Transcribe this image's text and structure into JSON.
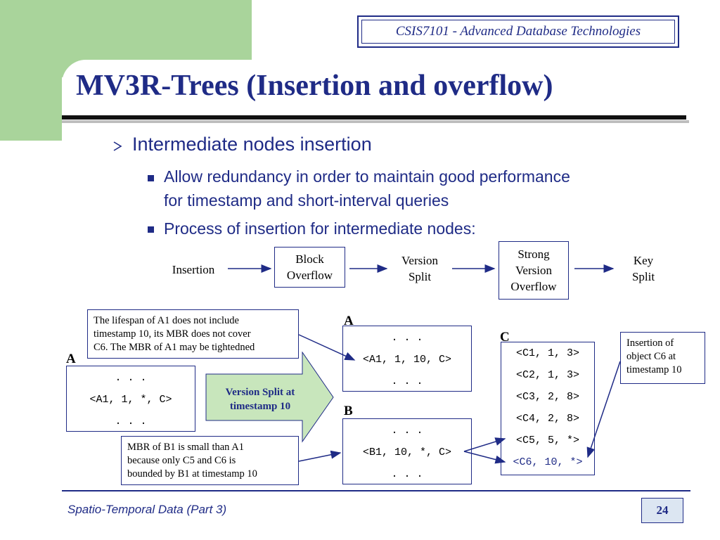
{
  "header": {
    "course": "CSIS7101 - Advanced Database Technologies",
    "title": "MV3R-Trees (Insertion and overflow)"
  },
  "bullets": {
    "level1": "Intermediate nodes insertion",
    "item1_line1": "Allow redundancy in order to maintain good performance",
    "item1_line2": "for timestamp and short-interval queries",
    "item2": "Process of insertion for intermediate nodes:"
  },
  "flow": {
    "insertion": "Insertion",
    "block_overflow": [
      "Block",
      "Overflow"
    ],
    "version_split": [
      "Version",
      "Split"
    ],
    "strong_version_overflow": [
      "Strong",
      "Version",
      "Overflow"
    ],
    "key_split": [
      "Key",
      "Split"
    ]
  },
  "callouts": {
    "lifespan": [
      "The lifespan of A1 does not include",
      "timestamp 10, its MBR does not cover",
      "C6.  The MBR of A1 may be tightedned"
    ],
    "insertion_c6": [
      "Insertion of",
      "object C6 at",
      "timestamp 10"
    ],
    "mbr_b1": [
      "MBR of B1 is small than A1",
      "because only C5 and C6 is",
      "bounded by B1 at timestamp 10"
    ]
  },
  "version_split_arrow": [
    "Version Split at",
    "timestamp 10"
  ],
  "nodes": {
    "left_a": {
      "label": "A",
      "rows": [
        ". . .",
        "<A1, 1, *, C>",
        ". . ."
      ]
    },
    "right_a": {
      "label": "A",
      "rows": [
        ". . .",
        "<A1, 1, 10, C>",
        ". . ."
      ]
    },
    "b": {
      "label": "B",
      "rows": [
        ". . .",
        "<B1, 10, *, C>",
        ". . ."
      ]
    },
    "c": {
      "label": "C",
      "rows": [
        "<C1, 1, 3>",
        "<C2, 1, 3>",
        "<C3, 2, 8>",
        "<C4, 2, 8>",
        "<C5, 5, *>",
        "<C6, 10, *>"
      ]
    }
  },
  "footer": {
    "text": "Spatio-Temporal Data (Part 3)",
    "page": "24"
  },
  "colors": {
    "accent": "#1f2b86",
    "green": "#a9d49b",
    "arrow_fill": "#c8e6bc"
  }
}
